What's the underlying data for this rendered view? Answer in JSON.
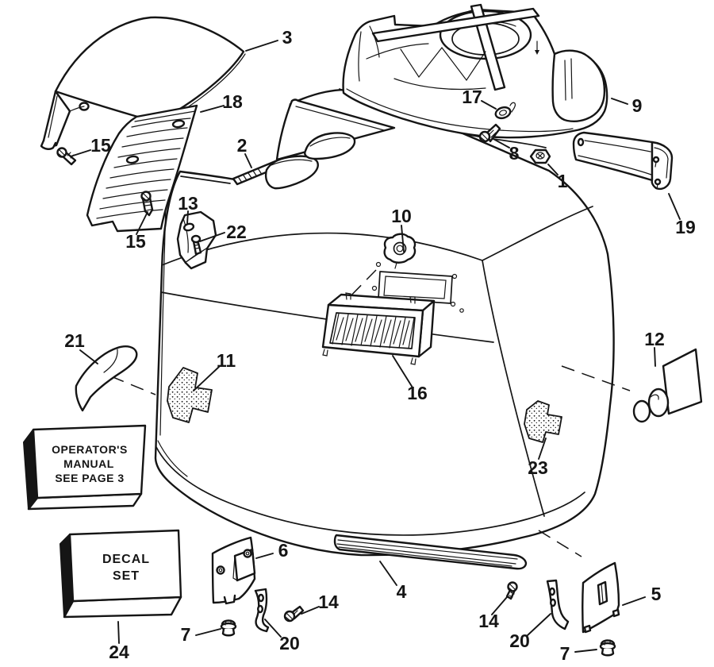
{
  "diagram": {
    "background": "#ffffff",
    "line_color": "#151515",
    "callouts": {
      "c1": {
        "label": "1"
      },
      "c2": {
        "label": "2"
      },
      "c3": {
        "label": "3"
      },
      "c4": {
        "label": "4"
      },
      "c5": {
        "label": "5"
      },
      "c6": {
        "label": "6"
      },
      "c7a": {
        "label": "7"
      },
      "c7b": {
        "label": "7"
      },
      "c8": {
        "label": "8"
      },
      "c9": {
        "label": "9"
      },
      "c10": {
        "label": "10"
      },
      "c11": {
        "label": "11"
      },
      "c12": {
        "label": "12"
      },
      "c13": {
        "label": "13"
      },
      "c14a": {
        "label": "14"
      },
      "c14b": {
        "label": "14"
      },
      "c15a": {
        "label": "15"
      },
      "c15b": {
        "label": "15"
      },
      "c16": {
        "label": "16"
      },
      "c17": {
        "label": "17"
      },
      "c18": {
        "label": "18"
      },
      "c19": {
        "label": "19"
      },
      "c20a": {
        "label": "20"
      },
      "c20b": {
        "label": "20"
      },
      "c21": {
        "label": "21"
      },
      "c22": {
        "label": "22"
      },
      "c23": {
        "label": "23"
      },
      "c24": {
        "label": "24"
      }
    },
    "boxes": {
      "operators_manual": {
        "line1": "OPERATOR'S",
        "line2": "MANUAL",
        "line3": "SEE PAGE 3"
      },
      "decal_set": {
        "line1": "DECAL",
        "line2": "SET"
      }
    }
  }
}
